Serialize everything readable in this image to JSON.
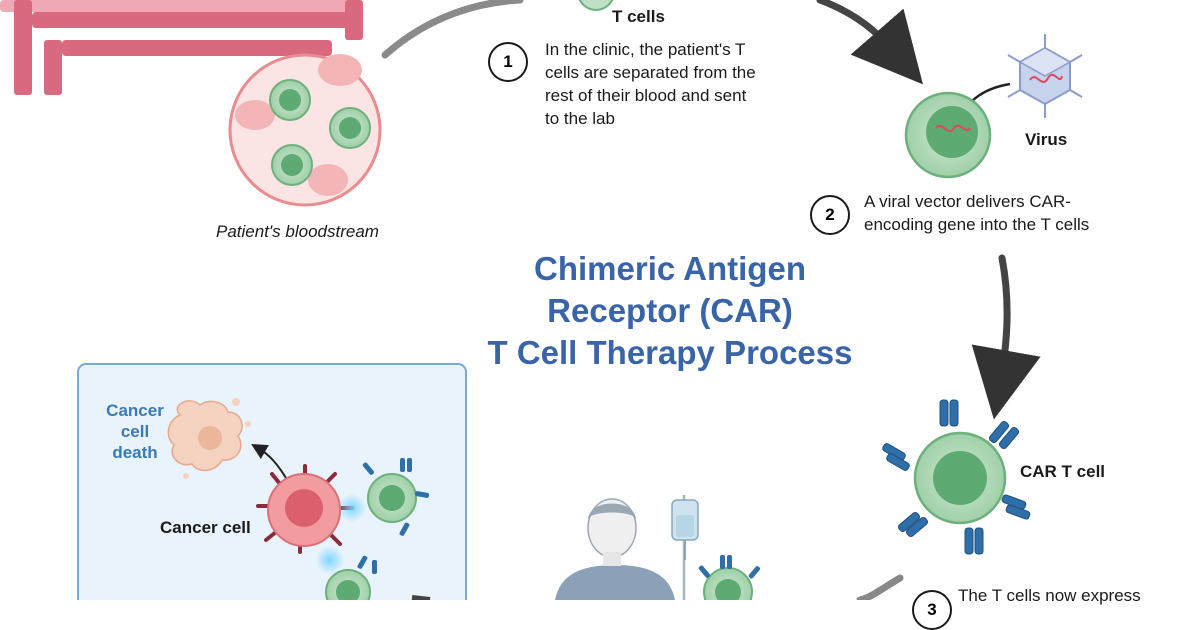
{
  "title": {
    "line1": "Chimeric Antigen",
    "line2": "Receptor (CAR)",
    "line3": "T Cell Therapy Process"
  },
  "labels": {
    "t_cells": "T cells",
    "virus": "Virus",
    "car_t_cell": "CAR T cell",
    "patients_bloodstream": "Patient's bloodstream",
    "cancer_cell": "Cancer cell",
    "cancer_cell_death_1": "Cancer",
    "cancer_cell_death_2": "cell",
    "cancer_cell_death_3": "death"
  },
  "steps": [
    {
      "number": "1",
      "lines": [
        "In the clinic, the patient's T",
        "cells are separated from the",
        "rest of their blood and sent",
        "to the lab"
      ]
    },
    {
      "number": "2",
      "lines": [
        "A viral vector delivers CAR-",
        "encoding gene into the T cells"
      ]
    },
    {
      "number": "3",
      "lines": [
        "The T cells now express"
      ]
    }
  ],
  "colors": {
    "title": "#3a64a8",
    "cell_green": "#5daa72",
    "cell_light_green": "#bfe0c4",
    "red_blood_cell": "#f3b5b7",
    "bed_pink": "#d9697e",
    "receptor_blue": "#2f6fa8",
    "cancer_red": "#e46a72",
    "panel_bg": "#e8f3fb",
    "panel_border": "#7aa9d1"
  }
}
